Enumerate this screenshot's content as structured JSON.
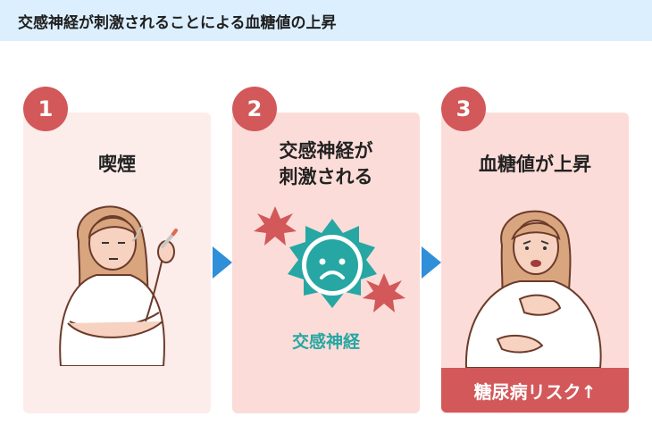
{
  "header": {
    "title": "交感神経が刺激されることによる血糖値の上昇"
  },
  "steps": [
    {
      "number": "1",
      "label": "喫煙"
    },
    {
      "number": "2",
      "label_line1": "交感神経が",
      "label_line2": "刺激される",
      "icon_label": "交感神経"
    },
    {
      "number": "3",
      "label": "血糖値が上昇",
      "risk": "糖尿病リスク↑"
    }
  ],
  "colors": {
    "badge": "#d2585a",
    "arrow": "#2f8fd8",
    "nerve": "#26a7a3",
    "header_bg": "#dcefff"
  }
}
